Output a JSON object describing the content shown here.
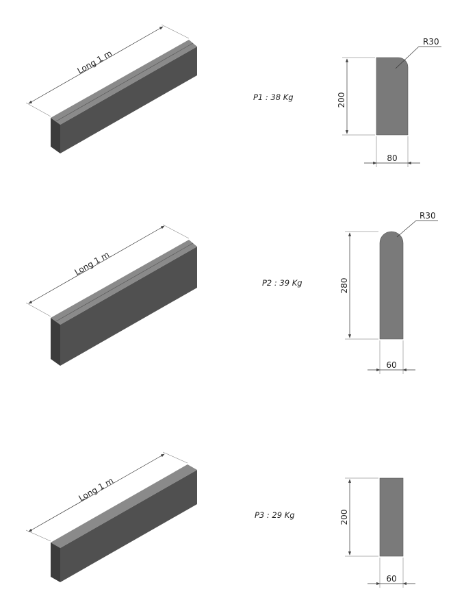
{
  "items": [
    {
      "length_label": "Long 1 m",
      "weight_label": "P1 : 38 Kg",
      "height": "200",
      "width": "80",
      "radius": "R30"
    },
    {
      "length_label": "Long 1 m",
      "weight_label": "P2 : 39 Kg",
      "height": "280",
      "width": "60",
      "radius": "R30"
    },
    {
      "length_label": "Long 1 m",
      "weight_label": "P3 : 29 Kg",
      "height": "200",
      "width": "60"
    }
  ],
  "colors": {
    "front": "#505050",
    "top": "#8a8a8a",
    "end": "#3c3c3c",
    "profile": "#7a7a7a"
  }
}
